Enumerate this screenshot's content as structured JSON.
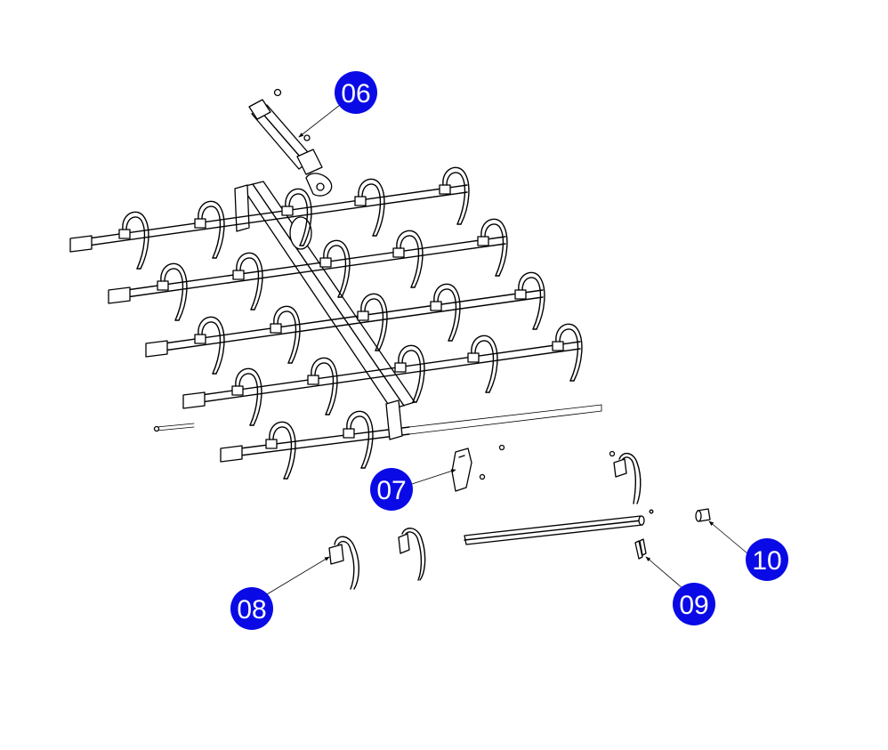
{
  "callouts": [
    {
      "id": "06",
      "label": "06"
    },
    {
      "id": "07",
      "label": "07"
    },
    {
      "id": "08",
      "label": "08"
    },
    {
      "id": "09",
      "label": "09"
    },
    {
      "id": "10",
      "label": "10"
    }
  ],
  "colors": {
    "callout_fill": "#0a0ae6",
    "callout_text": "#ffffff",
    "line": "#000000",
    "background": "#ffffff"
  }
}
